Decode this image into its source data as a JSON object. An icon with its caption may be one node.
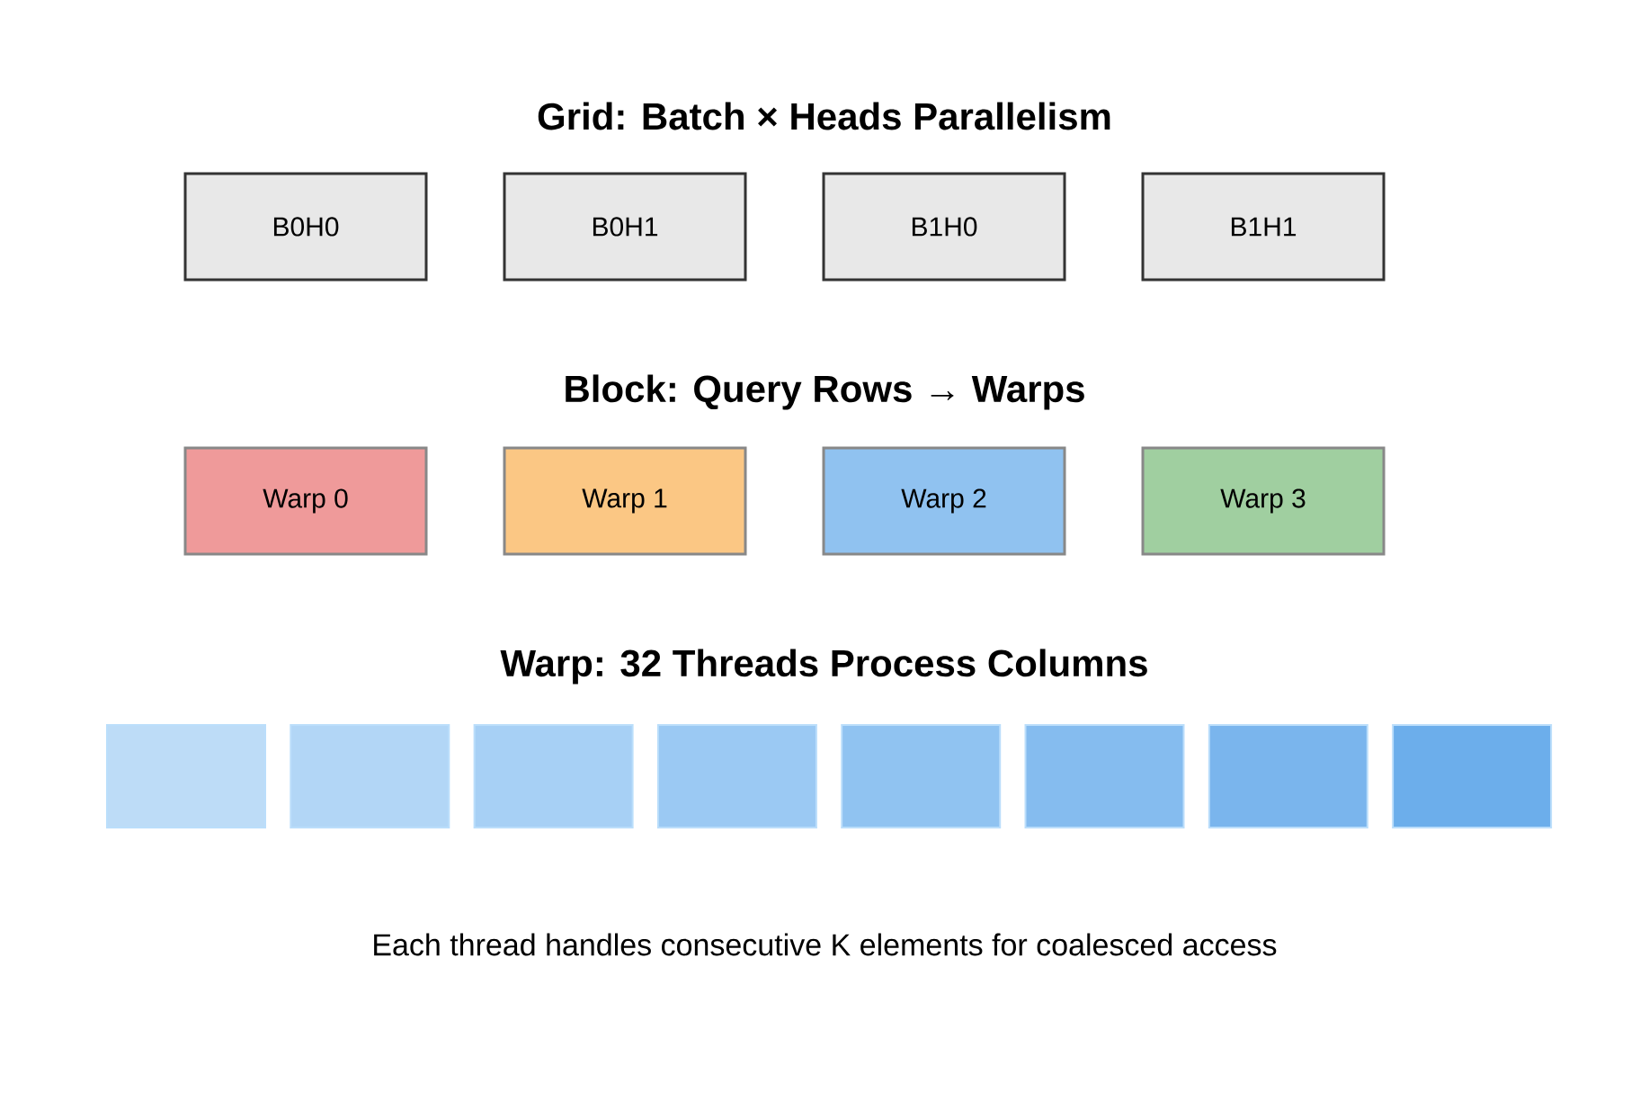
{
  "diagram": {
    "title": "Grid: Batch × Heads Parallelism",
    "nodes": [
      {
        "text": [
          "B0H0"
        ]
      },
      {
        "text": [
          "B0H1"
        ]
      },
      {
        "text": [
          "B1H0"
        ]
      },
      {
        "text": [
          "B1H1"
        ]
      },
      {
        "text": [
          "Warp 0"
        ]
      },
      {
        "text": [
          "Warp 1"
        ]
      },
      {
        "text": [
          "Warp 2"
        ]
      },
      {
        "text": [
          "Warp 3"
        ]
      },
      {
        "text": [],
        "shape": "box"
      },
      {
        "text": [],
        "shape": "box"
      },
      {
        "text": [],
        "shape": "box"
      },
      {
        "text": [],
        "shape": "box"
      },
      {
        "text": [],
        "shape": "box"
      },
      {
        "text": [],
        "shape": "box"
      },
      {
        "text": [],
        "shape": "box"
      },
      {
        "text": [],
        "shape": "box"
      }
    ],
    "labels": [
      "Block: Query Rows → Warps",
      "Warp: 32 Threads Process Columns"
    ],
    "caption": "Each thread handles consecutive K elements for coalesced access"
  }
}
